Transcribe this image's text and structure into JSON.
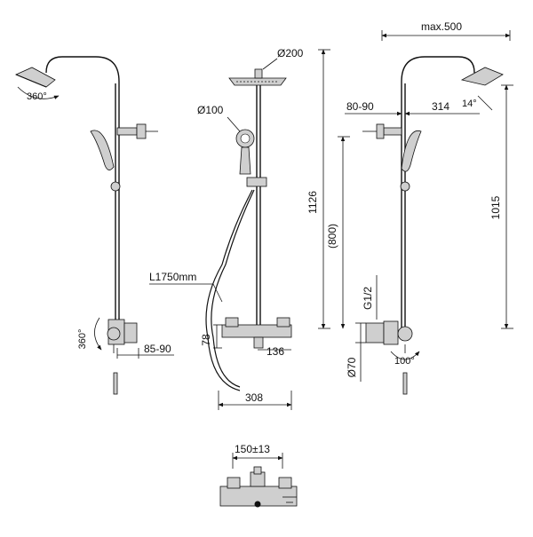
{
  "dimensions": {
    "max_reach": "max.500",
    "head_diameter": "Ø200",
    "hand_diameter": "Ø100",
    "arm_offset": "80-90",
    "head_projection": "314",
    "head_tilt": "14°",
    "total_height": "1126",
    "outlet_height": "1015",
    "bar_spacing": "(800)",
    "hose_length": "L1750mm",
    "thread": "G1/2",
    "rotation_head": "360°",
    "rotation_valve": "360°",
    "wall_offset": "85-90",
    "mixer_height": "78",
    "mixer_depth": "136",
    "mixer_width": "308",
    "outlet_diameter": "Ø70",
    "handle_swing": "100°",
    "eccentric_centres": "150±13"
  }
}
